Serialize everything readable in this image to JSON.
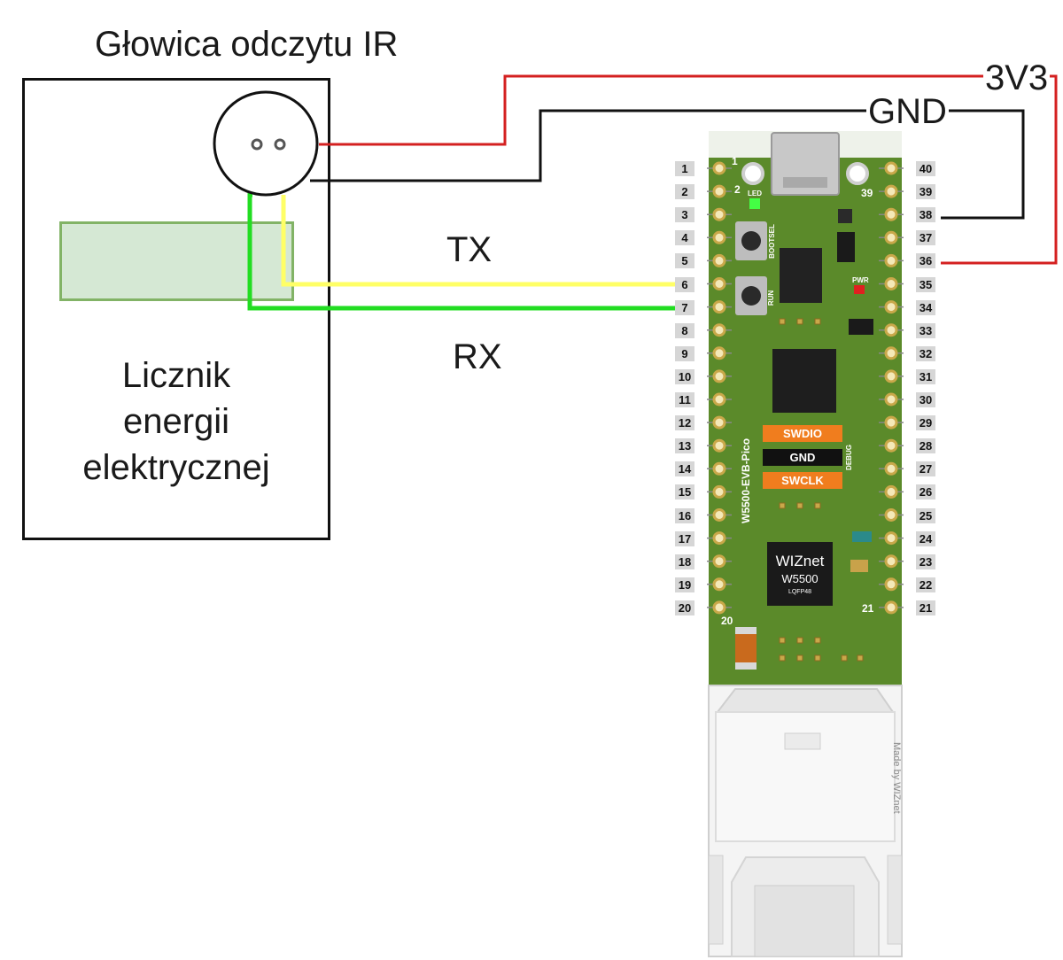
{
  "probe_title": "Głowica odczytu IR",
  "meter_label": [
    "Licznik",
    "energii",
    "elektrycznej"
  ],
  "wires": {
    "vcc_label": "3V3",
    "gnd_label": "GND",
    "tx_label": "TX",
    "rx_label": "RX",
    "vcc_color": "#d42020",
    "gnd_color": "#111111",
    "tx_color": "#ffff66",
    "rx_color": "#22dd22"
  },
  "board": {
    "name": "W5500-EVB-Pico",
    "left_pins": [
      "1",
      "2",
      "3",
      "4",
      "5",
      "6",
      "7",
      "8",
      "9",
      "10",
      "11",
      "12",
      "13",
      "14",
      "15",
      "16",
      "17",
      "18",
      "19",
      "20"
    ],
    "right_pins": [
      "40",
      "39",
      "38",
      "37",
      "36",
      "35",
      "34",
      "33",
      "32",
      "31",
      "30",
      "29",
      "28",
      "27",
      "26",
      "25",
      "24",
      "23",
      "22",
      "21"
    ],
    "corner_labels": {
      "top_left_1": "1",
      "top_left_2": "2",
      "top_right": "39",
      "bottom_left": "20",
      "bottom_right": "21"
    },
    "silk": {
      "led": "LED",
      "bootsel": "BOOTSEL",
      "run": "RUN",
      "pwr": "PWR",
      "debug": "DEBUG",
      "made_by": "Made by WIZnet"
    },
    "debug_pins": [
      "SWDIO",
      "GND",
      "SWCLK"
    ],
    "chip": {
      "brand": "WIZnet",
      "model": "W5500",
      "package": "LQFP48"
    },
    "pcb_color": "#5b8a2a",
    "debug_orange": "#f07d1e"
  }
}
